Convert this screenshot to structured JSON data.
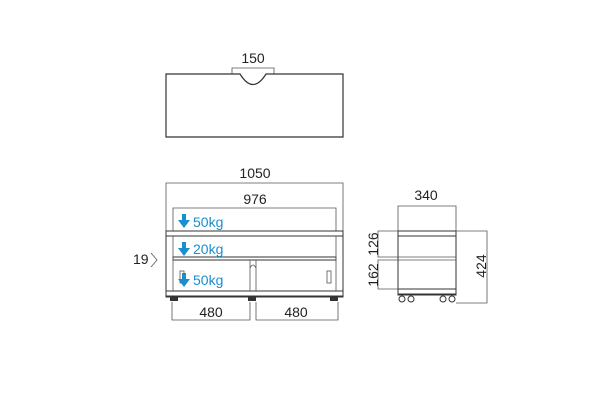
{
  "top_view": {
    "width_label": "150"
  },
  "front_view": {
    "overall_width": "1050",
    "inner_width": "976",
    "side_label": "19",
    "bottom_left": "480",
    "bottom_right": "480",
    "loads": [
      "50kg",
      "20kg",
      "50kg"
    ]
  },
  "side_view": {
    "depth": "340",
    "upper_gap": "126",
    "lower_gap": "162",
    "height": "424"
  },
  "colors": {
    "accent": "#1a8fd0",
    "line": "#333333"
  }
}
